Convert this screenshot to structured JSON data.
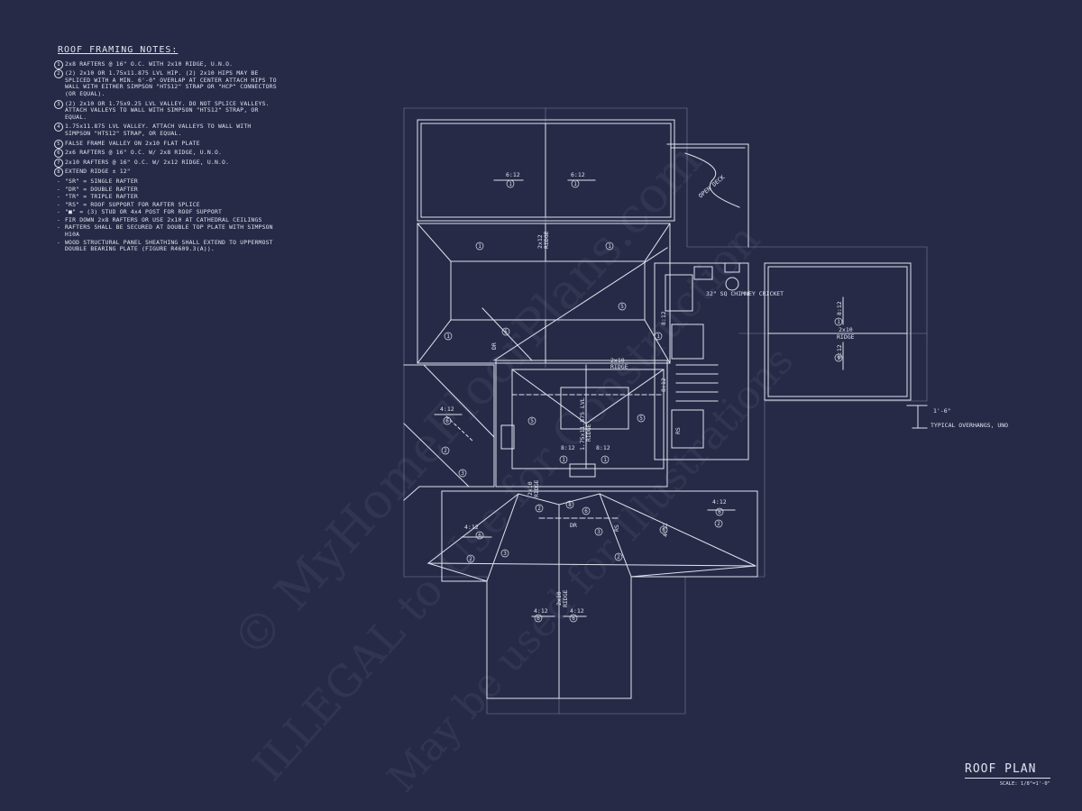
{
  "notes": {
    "title": "ROOF FRAMING NOTES:",
    "items": [
      {
        "num": "1",
        "text": "2x8 RAFTERS @ 16\" O.C. WITH 2x10 RIDGE, U.N.O."
      },
      {
        "num": "2",
        "text": "(2) 2x10 OR 1.75x11.875 LVL HIP. (2) 2x10 HIPS MAY BE SPLICED WITH A MIN. 6'-0\" OVERLAP AT CENTER ATTACH HIPS TO WALL WITH EITHER SIMPSON \"HTS12\" STRAP OR \"HCP\" CONNECTORS (OR EQUAL)."
      },
      {
        "num": "3",
        "text": "(2) 2x10 OR 1.75x9.25 LVL VALLEY. DO NOT SPLICE VALLEYS. ATTACH VALLEYS TO WALL WITH SIMPSON \"HTS12\" STRAP, OR EQUAL."
      },
      {
        "num": "4",
        "text": "1.75x11.875 LVL VALLEY. ATTACH VALLEYS TO WALL WITH SIMPSON \"HTS12\" STRAP, OR EQUAL."
      },
      {
        "num": "5",
        "text": "FALSE FRAME VALLEY ON 2x10 FLAT PLATE"
      },
      {
        "num": "6",
        "text": "2x6 RAFTERS @ 16\" O.C. W/ 2x8 RIDGE, U.N.O."
      },
      {
        "num": "7",
        "text": "2x10 RAFTERS @ 16\" O.C. W/ 2x12 RIDGE, U.N.O."
      },
      {
        "num": "8",
        "text": "EXTEND RIDGE ± 12\""
      }
    ],
    "bullets": [
      "\"SR\" = SINGLE RAFTER",
      "\"DR\" = DOUBLE RAFTER",
      "\"TR\" = TRIPLE RAFTER",
      "\"RS\" = ROOF SUPPORT FOR RAFTER SPLICE",
      "\"■\" = (3) STUD OR 4x4 POST FOR ROOF SUPPORT",
      "FIR DOWN 2x8 RAFTERS OR USE 2x10 AT CATHEDRAL CEILINGS",
      "RAFTERS SHALL BE SECURED AT DOUBLE TOP PLATE WITH SIMPSON H10A",
      "WOOD STRUCTURAL PANEL SHEATHING SHALL EXTEND TO UPPERMOST DOUBLE BEARING PLATE (FIGURE R4609.3(A))."
    ]
  },
  "labels": {
    "slope_6_12": "6:12",
    "slope_8_12": "8:12",
    "slope_4_12": "4:12",
    "ridge": "RIDGE",
    "ridge_2x10": "2x10",
    "ridge_2x12": "2x12",
    "lvl": "1.75x11.875 LVL",
    "dr": "DR",
    "rs": "RS",
    "open_deck": "OPEN DECK",
    "chimney": "32\" SQ CHIMNEY CRICKET",
    "typical_overhangs": "TYPICAL OVERHANGS, UNO",
    "overhang_dim": "1'-6\""
  },
  "title_block": {
    "title": "ROOF PLAN",
    "scale": "SCALE: 1/8\"=1'-0\""
  },
  "watermark": {
    "line1": "© MyHomeFloorPlans.com",
    "line2": "ILLEGAL to Use for Construction",
    "line3": "May be used for Illustrations"
  },
  "colors": {
    "background": "#262a46",
    "linework": "#dfe3ef"
  }
}
